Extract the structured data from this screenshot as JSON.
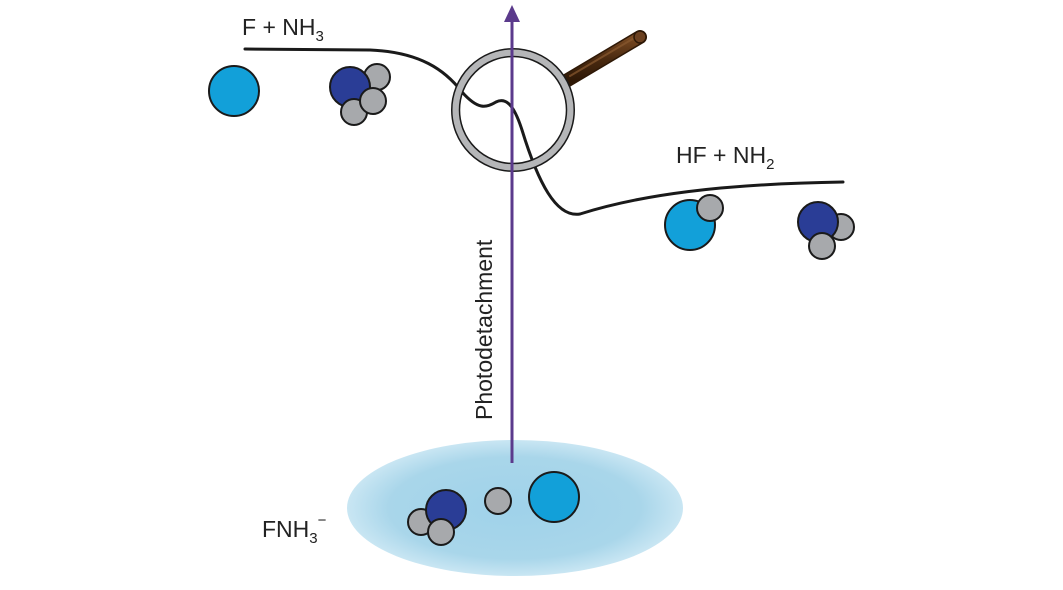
{
  "labels": {
    "reactants": {
      "main": "F + NH",
      "sub": "3"
    },
    "products": {
      "main": "HF + NH",
      "sub": "2"
    },
    "anion": {
      "main": "FNH",
      "sub": "3",
      "sup": "−"
    },
    "arrow": "Photodetachment"
  },
  "colors": {
    "fluorine": "#12a0d9",
    "nitrogen": "#2a3d96",
    "hydrogen": "#a7a9ac",
    "outline": "#1a1a1a",
    "arrow": "#5b3a8c",
    "cloud": "#a9d6ea",
    "magnifier_rim": "#b5b6b8",
    "magnifier_handle": "#4a2a10"
  },
  "icons": {
    "magnifier": "magnifying-glass-icon"
  }
}
